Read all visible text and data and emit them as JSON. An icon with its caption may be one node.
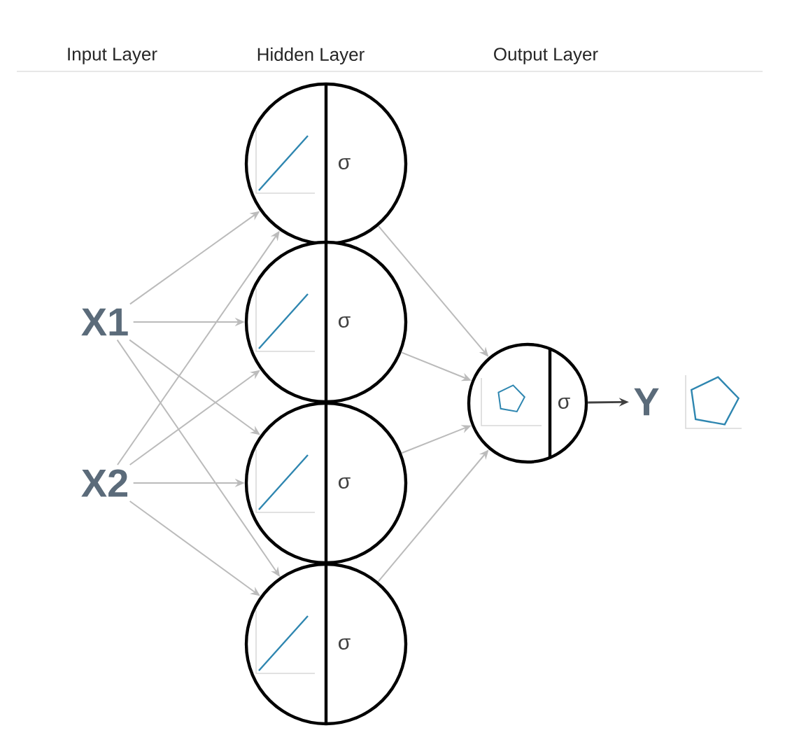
{
  "diagram": {
    "nodes": [
      {
        "text": [
          "X1"
        ]
      },
      {
        "text": [
          "X2"
        ]
      },
      {
        "text": [
          "σ"
        ]
      },
      {
        "text": [
          "σ"
        ]
      },
      {
        "text": [
          "σ"
        ]
      },
      {
        "text": [
          "σ"
        ]
      },
      {
        "text": [
          "σ"
        ]
      },
      {
        "text": [
          "Y"
        ]
      }
    ],
    "edges": [
      {
        "from": 0,
        "to": 2,
        "arrow": "to"
      },
      {
        "from": 0,
        "to": 3,
        "arrow": "to"
      },
      {
        "from": 0,
        "to": 4,
        "arrow": "to"
      },
      {
        "from": 0,
        "to": 5,
        "arrow": "to"
      },
      {
        "from": 1,
        "to": 2,
        "arrow": "to"
      },
      {
        "from": 1,
        "to": 3,
        "arrow": "to"
      },
      {
        "from": 1,
        "to": 4,
        "arrow": "to"
      },
      {
        "from": 1,
        "to": 5,
        "arrow": "to"
      },
      {
        "from": 2,
        "to": 6,
        "arrow": "to"
      },
      {
        "from": 3,
        "to": 6,
        "arrow": "to"
      },
      {
        "from": 4,
        "to": 6,
        "arrow": "to"
      },
      {
        "from": 5,
        "to": 6,
        "arrow": "to"
      },
      {
        "from": 6,
        "to": 7,
        "arrow": "to",
        "color": "#404040"
      }
    ],
    "labels": [
      "Input Layer",
      "Hidden Layer",
      "Output Layer"
    ]
  }
}
